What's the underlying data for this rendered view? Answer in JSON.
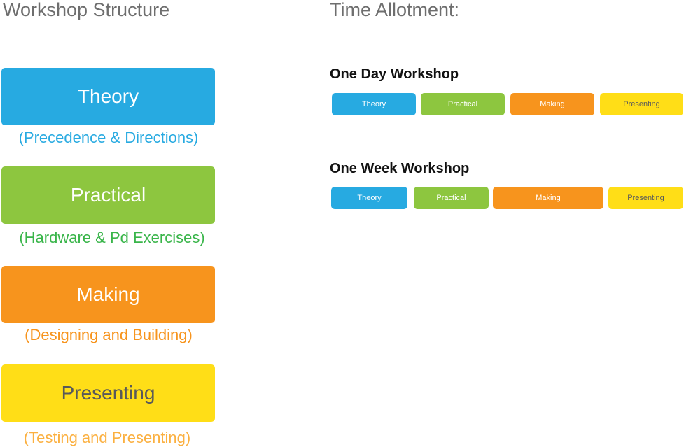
{
  "headings": {
    "structure": "Workshop Structure",
    "allotment": "Time Allotment:"
  },
  "colors": {
    "blue": "#27aae1",
    "green": "#8dc63f",
    "orange": "#f7941d",
    "yellow": "#ffde17",
    "blue_text": "#27aae1",
    "green_text": "#39b54a",
    "orange_text": "#f7941d",
    "yellow_text": "#fbb040"
  },
  "stages": [
    {
      "label": "Theory",
      "description": "(Precedence & Directions)"
    },
    {
      "label": "Practical",
      "description": "(Hardware & Pd Exercises)"
    },
    {
      "label": "Making",
      "description": "(Designing and Building)"
    },
    {
      "label": "Presenting",
      "description": "(Testing and Presenting)"
    }
  ],
  "workshops": [
    {
      "title": "One Day Workshop",
      "segments": [
        {
          "label": "Theory",
          "share": 0.25
        },
        {
          "label": "Practical",
          "share": 0.25
        },
        {
          "label": "Making",
          "share": 0.25
        },
        {
          "label": "Presenting",
          "share": 0.25
        }
      ]
    },
    {
      "title": "One Week Workshop",
      "segments": [
        {
          "label": "Theory",
          "share": 0.22
        },
        {
          "label": "Practical",
          "share": 0.22
        },
        {
          "label": "Making",
          "share": 0.32
        },
        {
          "label": "Presenting",
          "share": 0.22
        }
      ]
    }
  ]
}
